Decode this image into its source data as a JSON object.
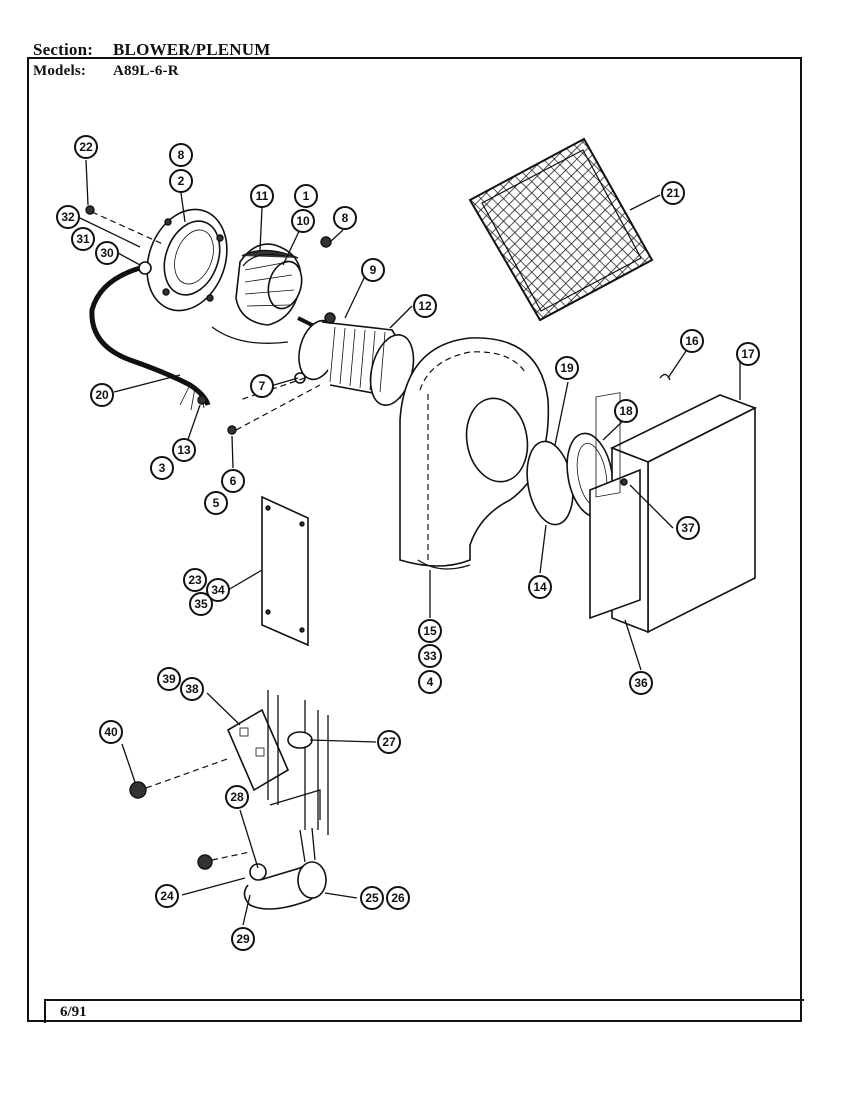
{
  "header": {
    "section_label": "Section:",
    "section_value": "BLOWER/PLENUM",
    "models_label": "Models:",
    "models_value": "A89L-6-R"
  },
  "footer": {
    "date": "6/91"
  },
  "callouts": [
    "22",
    "8",
    "2",
    "32",
    "31",
    "30",
    "11",
    "1",
    "10",
    "8",
    "9",
    "12",
    "21",
    "20",
    "7",
    "13",
    "3",
    "6",
    "5",
    "16",
    "17",
    "19",
    "18",
    "37",
    "23",
    "34",
    "35",
    "15",
    "33",
    "4",
    "14",
    "36",
    "39",
    "38",
    "40",
    "27",
    "28",
    "24",
    "25",
    "26",
    "29"
  ]
}
